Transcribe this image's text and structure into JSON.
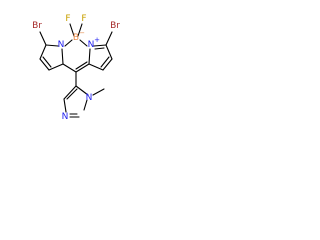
{
  "molecule": {
    "atoms": {
      "br_left": "Br",
      "br_right": "Br",
      "f_left": "F",
      "f_right": "F",
      "boron": "B",
      "boron_charge": "−",
      "n_left": "N",
      "n_right": "N",
      "n_right_charge": "+",
      "n_imidazole_methyl": "N",
      "n_imidazole": "N"
    },
    "colors": {
      "bromine": "#a52a2a",
      "nitrogen": "#2323f0",
      "fluorine": "#c8a000",
      "boron": "#e68a4a",
      "bond": "#000000"
    }
  }
}
